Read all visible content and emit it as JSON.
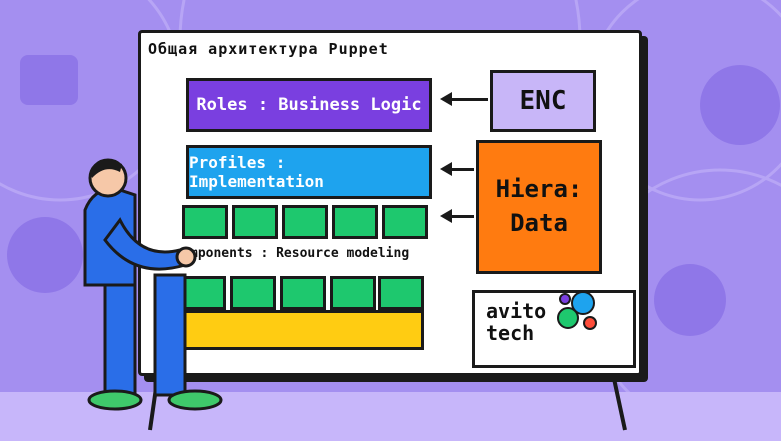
{
  "title": "Общая архитектура Puppet",
  "boxes": {
    "roles": "Roles : Business Logic",
    "profiles": "Profiles : Implementation",
    "enc": "ENC",
    "hiera_line1": "Hiera:",
    "hiera_line2": "Data"
  },
  "components_label": "mponents : Resource modeling",
  "logo": {
    "line1": "avito",
    "line2": "tech"
  },
  "colors": {
    "background": "#a48ff0",
    "roles": "#7a3fe0",
    "profiles": "#1ea3ee",
    "enc": "#c8b6f8",
    "hiera": "#ff7b10",
    "green": "#1ec86e",
    "yellow": "#ffcc12"
  }
}
